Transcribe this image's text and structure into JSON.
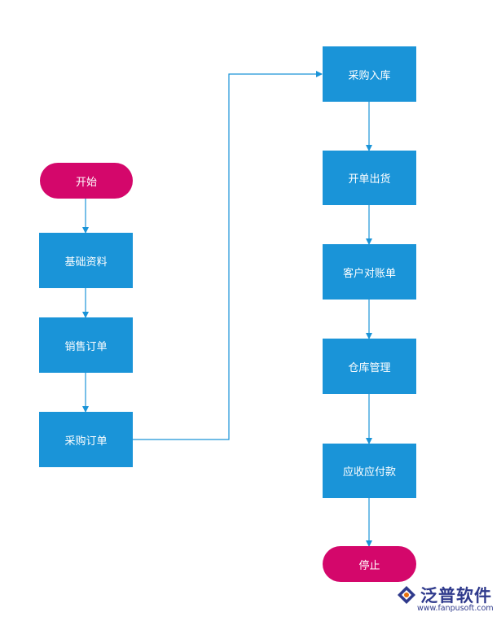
{
  "nodes": {
    "start": "开始",
    "basic_data": "基础资料",
    "sales_order": "销售订单",
    "purchase_order": "采购订单",
    "purchase_inbound": "采购入库",
    "issue_shipment": "开单出货",
    "customer_reconciliation": "客户对账单",
    "warehouse_management": "仓库管理",
    "receivables_payables": "应收应付款",
    "stop": "停止"
  },
  "logo": {
    "name": "泛普软件",
    "url": "www.fanpusoft.com"
  },
  "colors": {
    "process": "#1a94d8",
    "terminal": "#d4076b",
    "edge": "#1a94d8",
    "logo": "#2f3a8c"
  }
}
